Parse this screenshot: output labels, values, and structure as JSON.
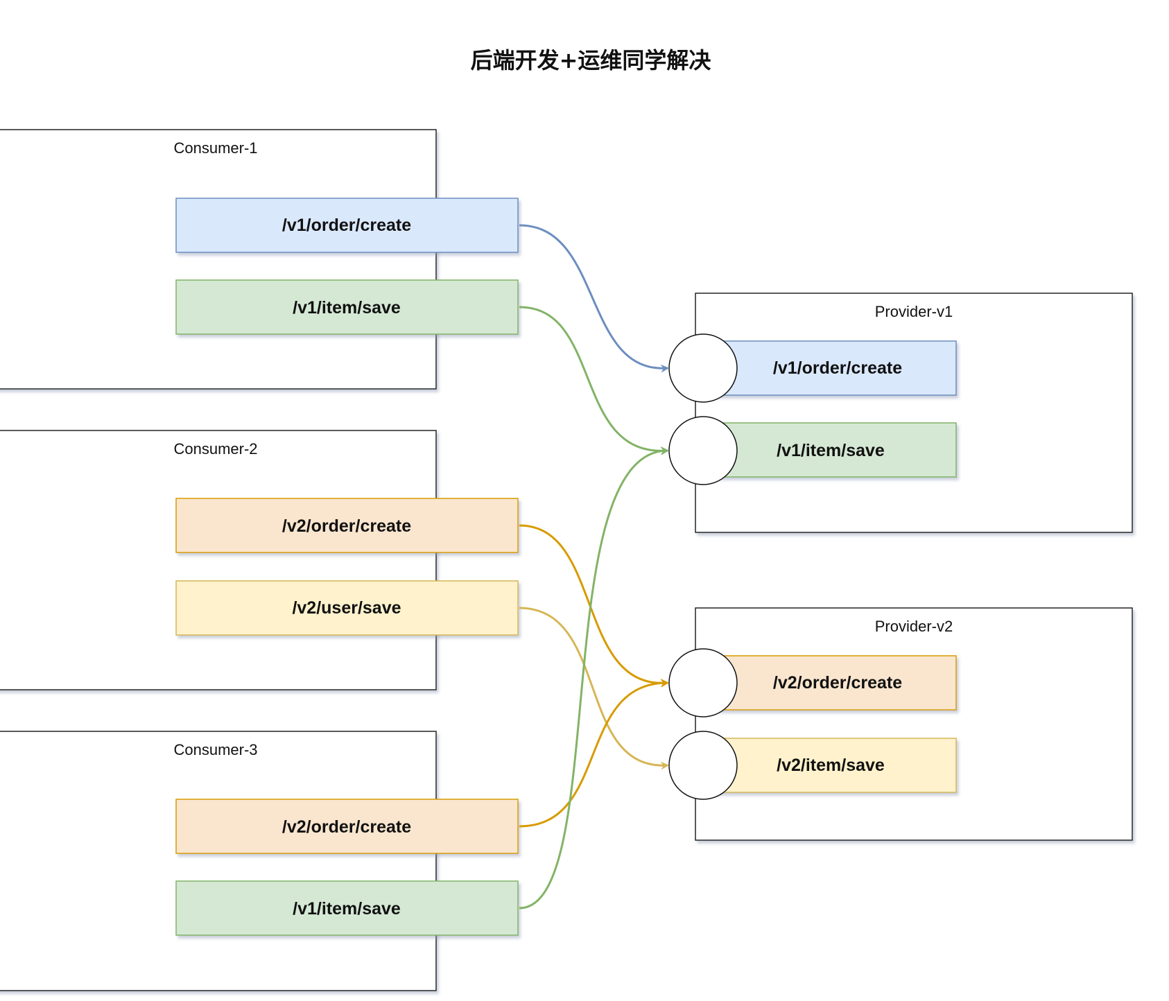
{
  "title": "后端开发+运维同学解决",
  "colors": {
    "blue": {
      "fill": "#dae8fc",
      "stroke": "#6c8ebf"
    },
    "green": {
      "fill": "#d5e8d4",
      "stroke": "#82b366"
    },
    "orange": {
      "fill": "#fae6cf",
      "stroke": "#d79b00"
    },
    "yellow": {
      "fill": "#fff2cc",
      "stroke": "#d6b656"
    }
  },
  "consumers": [
    {
      "label": "Consumer-1",
      "endpoints": [
        {
          "path": "/v1/order/create",
          "color": "blue"
        },
        {
          "path": "/v1/item/save",
          "color": "green"
        }
      ]
    },
    {
      "label": "Consumer-2",
      "endpoints": [
        {
          "path": "/v2/order/create",
          "color": "orange"
        },
        {
          "path": "/v2/user/save",
          "color": "yellow"
        }
      ]
    },
    {
      "label": "Consumer-3",
      "endpoints": [
        {
          "path": "/v2/order/create",
          "color": "orange"
        },
        {
          "path": "/v1/item/save",
          "color": "green"
        }
      ]
    }
  ],
  "providers": [
    {
      "label": "Provider-v1",
      "endpoints": [
        {
          "path": "/v1/order/create",
          "color": "blue"
        },
        {
          "path": "/v1/item/save",
          "color": "green"
        }
      ]
    },
    {
      "label": "Provider-v2",
      "endpoints": [
        {
          "path": "/v2/order/create",
          "color": "orange"
        },
        {
          "path": "/v2/item/save",
          "color": "yellow"
        }
      ]
    }
  ],
  "connections": [
    {
      "from": "Consumer-1 /v1/order/create",
      "to": "Provider-v1 /v1/order/create",
      "color": "blue"
    },
    {
      "from": "Consumer-1 /v1/item/save",
      "to": "Provider-v1 /v1/item/save",
      "color": "green"
    },
    {
      "from": "Consumer-2 /v2/order/create",
      "to": "Provider-v2 /v2/order/create",
      "color": "orange"
    },
    {
      "from": "Consumer-2 /v2/user/save",
      "to": "Provider-v2 /v2/item/save",
      "color": "yellow"
    },
    {
      "from": "Consumer-3 /v2/order/create",
      "to": "Provider-v2 /v2/order/create",
      "color": "orange"
    },
    {
      "from": "Consumer-3 /v1/item/save",
      "to": "Provider-v1 /v1/item/save",
      "color": "green"
    }
  ]
}
